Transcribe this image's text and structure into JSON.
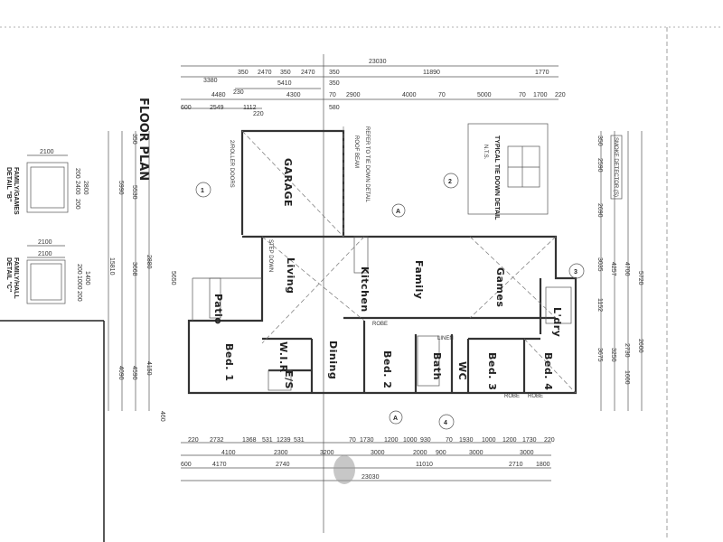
{
  "title": "FLOOR PLAN",
  "rooms": {
    "garage": "GARAGE",
    "living": "Living",
    "kitchen": "Kitchen",
    "family": "Family",
    "games": "Games",
    "patio": "Patio",
    "bed1": "Bed. 1",
    "wir": "W.I.R",
    "ensuite": "E/S",
    "dining": "Dining",
    "bed2": "Bed. 2",
    "bath": "Bath",
    "wc": "WC",
    "bed3": "Bed. 3",
    "laundry": "L'dry",
    "bed4": "Bed. 4",
    "robe": "ROBE",
    "linen": "LINEN"
  },
  "notes": {
    "tie_down": "TYPICAL TIE DOWN DETAIL",
    "nts": "N.T.S.",
    "smoke": "SMOKE DETECTOR (S)",
    "refer": "REFER TO TIE DOWN DETAIL",
    "roof_beam": "ROOF BEAM",
    "roller_doors": "2/ROLLER DOORS",
    "step_down": "STEP DOWN"
  },
  "markers": [
    "1",
    "2",
    "3",
    "4",
    "A",
    "A"
  ],
  "details": {
    "b": {
      "title": "FAMILY/GAMES",
      "sub": "DETAIL \"B\"",
      "width": "2100",
      "dims": [
        "200",
        "2400",
        "200",
        "2800"
      ]
    },
    "c": {
      "title": "FAMILY/HALL",
      "sub": "DETAIL \"C\"",
      "width": "2100",
      "dims": [
        "1400",
        "200",
        "1000",
        "200"
      ]
    }
  },
  "dimensions": {
    "top": [
      "23030",
      "350",
      "2470",
      "350",
      "2470",
      "350",
      "11890",
      "1770",
      "3380",
      "5410",
      "350",
      "230",
      "4480",
      "4300",
      "70",
      "2900",
      "4000",
      "70",
      "5000",
      "70",
      "1700",
      "220",
      "600",
      "2549",
      "1112",
      "220",
      "580"
    ],
    "bottom": [
      "220",
      "2732",
      "1368",
      "531",
      "1239",
      "531",
      "70",
      "1730",
      "1200",
      "1000",
      "930",
      "70",
      "1930",
      "1000",
      "1200",
      "1730",
      "220",
      "4100",
      "2300",
      "3200",
      "3000",
      "2000",
      "900",
      "3000",
      "3000",
      "600",
      "4170",
      "2740",
      "11010",
      "2710",
      "1800",
      "23030"
    ],
    "left": [
      "350",
      "5530",
      "5990",
      "2880",
      "3668",
      "15810",
      "5650",
      "4150",
      "4590",
      "4090",
      "460"
    ],
    "right": [
      "350",
      "2590",
      "2690",
      "3035",
      "4257",
      "4700",
      "5720",
      "1152",
      "3675",
      "2730",
      "2600",
      "3250",
      "1600"
    ]
  }
}
